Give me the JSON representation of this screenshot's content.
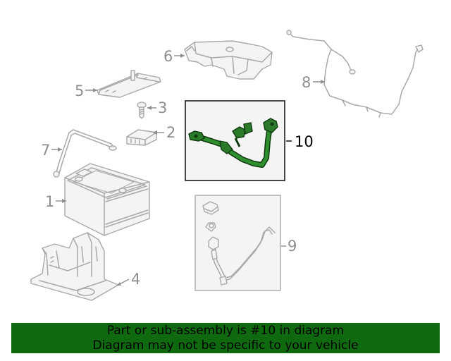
{
  "callouts": [
    {
      "id": "1",
      "label": "1"
    },
    {
      "id": "2",
      "label": "2"
    },
    {
      "id": "3",
      "label": "3"
    },
    {
      "id": "4",
      "label": "4"
    },
    {
      "id": "5",
      "label": "5"
    },
    {
      "id": "6",
      "label": "6"
    },
    {
      "id": "7",
      "label": "7"
    },
    {
      "id": "8",
      "label": "8"
    },
    {
      "id": "9",
      "label": "9"
    },
    {
      "id": "10",
      "label": "10"
    }
  ],
  "highlight_color": "#1d6b1d",
  "banner": {
    "line1": "Part or sub-assembly is #10 in diagram",
    "line2": "Diagram may not be specific to your vehicle",
    "background": "#0f6a0f"
  }
}
